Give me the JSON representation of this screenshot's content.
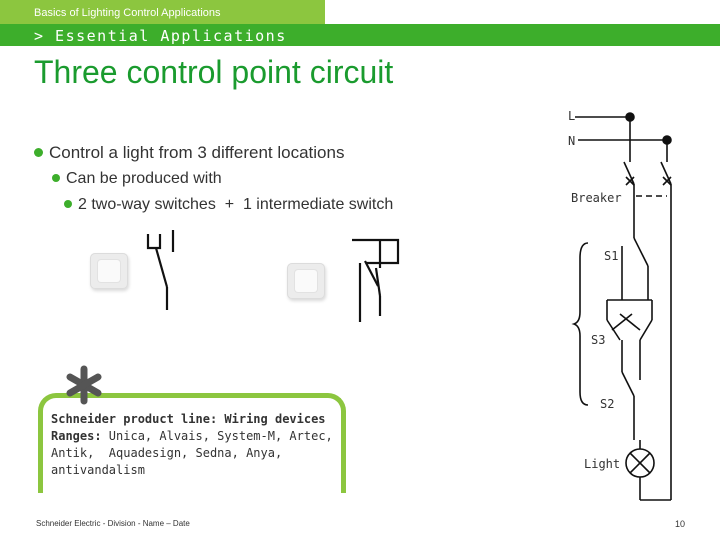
{
  "header": {
    "course_title": "Basics of Lighting Control Applications",
    "section": "> Essential Applications"
  },
  "slide": {
    "title": "Three control point circuit",
    "bullets": [
      {
        "level": 1,
        "text": "Control a light from 3 different locations"
      },
      {
        "level": 2,
        "text": "Can be produced with"
      },
      {
        "level": 3,
        "text": "2 two-way switches  +  1 intermediate switch"
      }
    ]
  },
  "callout": {
    "line1_bold": "Schneider product line: Wiring devices",
    "line2_bold": "Ranges:",
    "line2_rest": " Unica, Alvais, System-M, Artec, Antik,  Aquadesign, Sedna, Anya, antivandalism"
  },
  "diagram": {
    "labels": {
      "l": "L",
      "n": "N",
      "breaker": "Breaker",
      "s1": "S1",
      "s3": "S3",
      "s2": "S2",
      "light": "Light"
    }
  },
  "footer": {
    "text": "Schneider Electric - Division - Name – Date",
    "page": "10"
  },
  "colors": {
    "accent_light": "#8cc63f",
    "accent": "#3dae2b",
    "title": "#1a9b2e"
  }
}
